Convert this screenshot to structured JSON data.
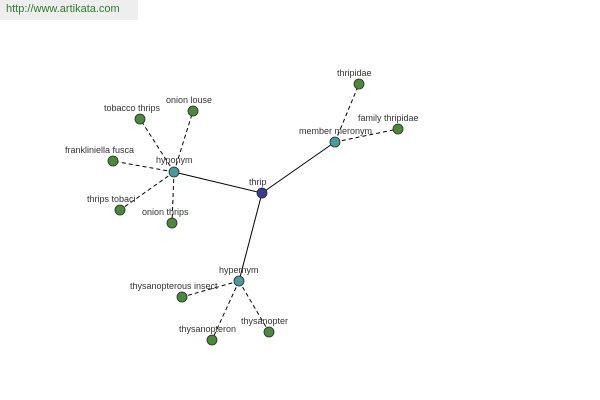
{
  "header": {
    "url": "http://www.artikata.com"
  },
  "colors": {
    "root": "#3a3a8f",
    "relation": "#4a9a9a",
    "leaf": "#4a8a3a",
    "url_text": "#2e7d2e"
  },
  "graph": {
    "nodes": [
      {
        "id": "thrip",
        "label": "thrip",
        "kind": "root"
      },
      {
        "id": "hyponym",
        "label": "hyponym",
        "kind": "relation"
      },
      {
        "id": "member_meronym",
        "label": "member meronym",
        "kind": "relation"
      },
      {
        "id": "hypernym",
        "label": "hypernym",
        "kind": "relation"
      },
      {
        "id": "tobacco_thrips",
        "label": "tobacco thrips",
        "kind": "leaf"
      },
      {
        "id": "onion_louse",
        "label": "onion louse",
        "kind": "leaf"
      },
      {
        "id": "frankliniella_fusca",
        "label": "frankliniella fusca",
        "kind": "leaf"
      },
      {
        "id": "thrips_tobaci",
        "label": "thrips tobaci",
        "kind": "leaf"
      },
      {
        "id": "onion_thrips",
        "label": "onion thrips",
        "kind": "leaf"
      },
      {
        "id": "thripidae",
        "label": "thripidae",
        "kind": "leaf"
      },
      {
        "id": "family_thripidae",
        "label": "family thripidae",
        "kind": "leaf"
      },
      {
        "id": "thysanopterous_insect",
        "label": "thysanopterous insect",
        "kind": "leaf"
      },
      {
        "id": "thysanopteron",
        "label": "thysanopteron",
        "kind": "leaf"
      },
      {
        "id": "thysanopter",
        "label": "thysanopter",
        "kind": "leaf"
      }
    ],
    "edges": [
      {
        "from": "thrip",
        "to": "hyponym",
        "style": "solid"
      },
      {
        "from": "thrip",
        "to": "member_meronym",
        "style": "solid"
      },
      {
        "from": "thrip",
        "to": "hypernym",
        "style": "solid"
      },
      {
        "from": "hyponym",
        "to": "tobacco_thrips",
        "style": "dashed"
      },
      {
        "from": "hyponym",
        "to": "onion_louse",
        "style": "dashed"
      },
      {
        "from": "hyponym",
        "to": "frankliniella_fusca",
        "style": "dashed"
      },
      {
        "from": "hyponym",
        "to": "thrips_tobaci",
        "style": "dashed"
      },
      {
        "from": "hyponym",
        "to": "onion_thrips",
        "style": "dashed"
      },
      {
        "from": "member_meronym",
        "to": "thripidae",
        "style": "dashed"
      },
      {
        "from": "member_meronym",
        "to": "family_thripidae",
        "style": "dashed"
      },
      {
        "from": "hypernym",
        "to": "thysanopterous_insect",
        "style": "dashed"
      },
      {
        "from": "hypernym",
        "to": "thysanopteron",
        "style": "dashed"
      },
      {
        "from": "hypernym",
        "to": "thysanopter",
        "style": "dashed"
      }
    ]
  }
}
